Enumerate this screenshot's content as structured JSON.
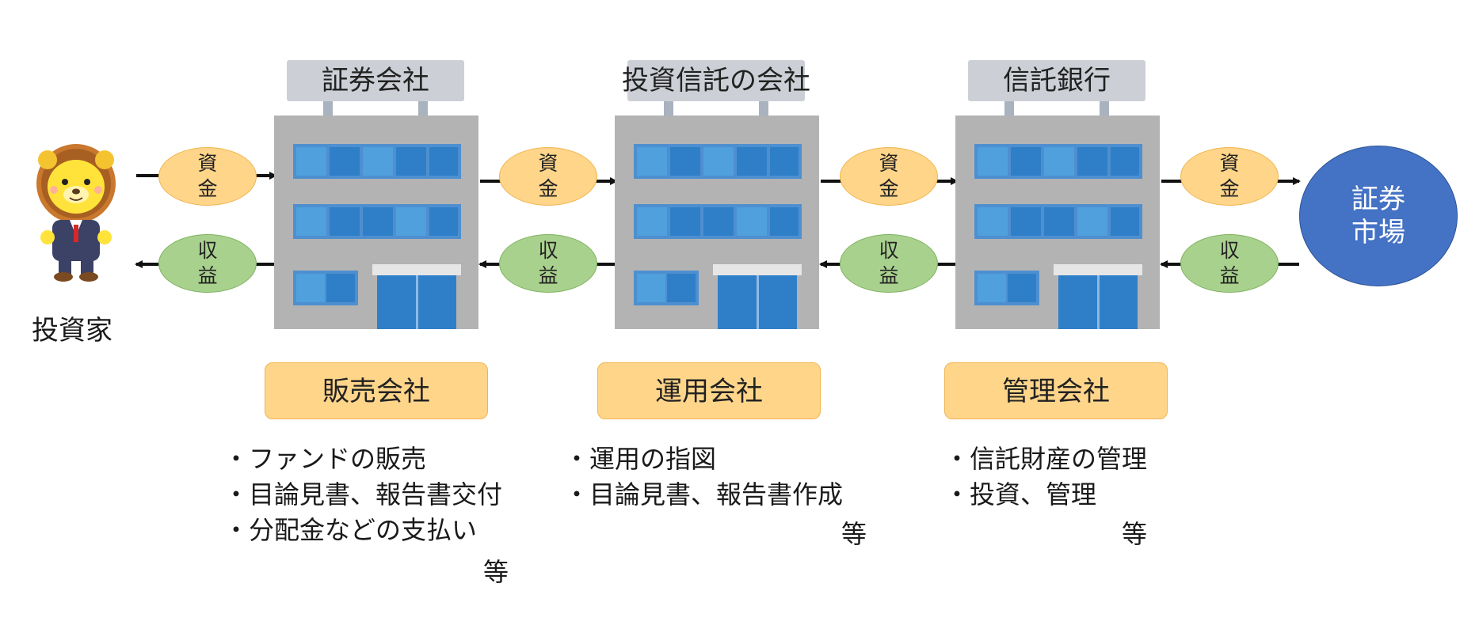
{
  "investor": {
    "label": "投資家"
  },
  "market": {
    "label": "証券市場"
  },
  "flows": {
    "funds": "資金",
    "returns": "収益"
  },
  "companies": [
    {
      "sign": "証券会社",
      "role": "販売会社",
      "duties": [
        "・ファンドの販売",
        "・目論見書、報告書交付",
        "・分配金などの支払い"
      ],
      "etc": "等"
    },
    {
      "sign": "投資信託の会社",
      "role": "運用会社",
      "duties": [
        "・運用の指図",
        "・目論見書、報告書作成"
      ],
      "etc": "等"
    },
    {
      "sign": "信託銀行",
      "role": "管理会社",
      "duties": [
        "・信託財産の管理",
        "・投資、管理"
      ],
      "etc": "等"
    }
  ],
  "colors": {
    "funds_fill": "#ffd58a",
    "returns_fill": "#a9d18e",
    "market_fill": "#4472c4",
    "role_fill": "#ffd58a",
    "building": "#b3b3b3",
    "window": "#2f7fc8"
  },
  "icons": [
    "lion-investor-icon",
    "office-building-icon"
  ]
}
